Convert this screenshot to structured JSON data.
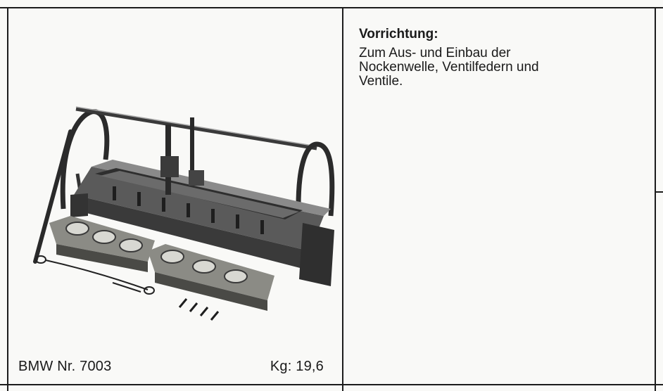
{
  "card": {
    "part_number": "BMW Nr. 7003",
    "weight": "Kg: 19,6",
    "heading": "Vorrichtung:",
    "description": "Zum Aus- und Einbau der\nNockenwelle, Ventilfedern und\nVentile."
  },
  "image": {
    "subject": "tool-fixture-photo"
  }
}
